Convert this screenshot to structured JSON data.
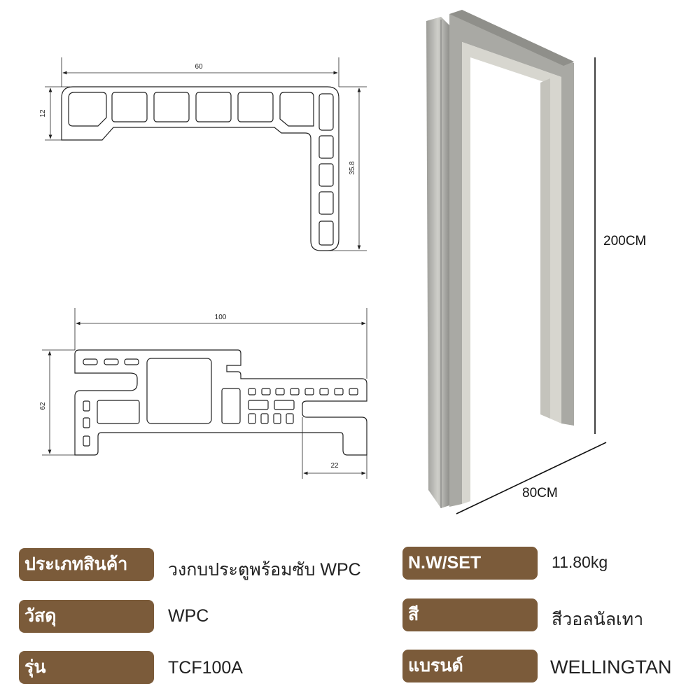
{
  "drawings": {
    "top_profile": {
      "width_label": "60",
      "height_label": "12",
      "depth_label": "35.8"
    },
    "bottom_profile": {
      "width_label": "100",
      "height_label": "62",
      "rebate_label": "22"
    },
    "door_frame": {
      "height_label": "200CM",
      "width_label": "80CM"
    }
  },
  "specs": {
    "left": [
      {
        "label": "ประเภทสินค้า",
        "value": "วงกบประตูพร้อมซับ  WPC"
      },
      {
        "label": "วัสดุ",
        "value": "WPC"
      },
      {
        "label": "รุ่น",
        "value": "TCF100A"
      }
    ],
    "right": [
      {
        "label": "N.W/SET",
        "value": "11.80kg"
      },
      {
        "label": "สี",
        "value": "สีวอลนัลเทา"
      },
      {
        "label": "แบรนด์",
        "value": "WELLINGTAN"
      }
    ]
  },
  "colors": {
    "label_bg": "#7b5b3a",
    "frame_gray": "#b9b9b4"
  }
}
